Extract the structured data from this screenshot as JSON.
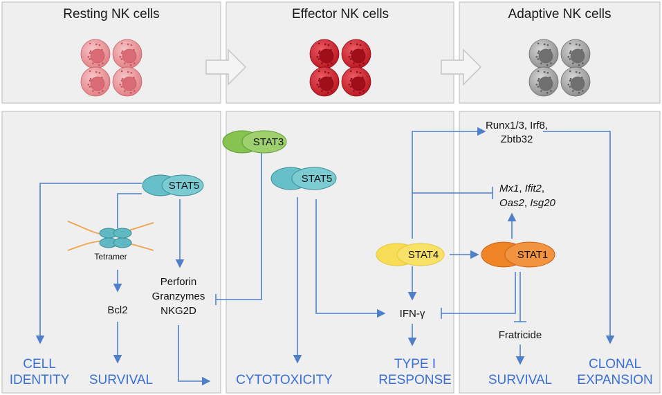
{
  "headers": {
    "resting": "Resting NK cells",
    "effector": "Effector NK cells",
    "adaptive": "Adaptive NK cells"
  },
  "stats": {
    "stat3": "STAT3",
    "stat5_left": "STAT5",
    "stat5_mid": "STAT5",
    "stat4": "STAT4",
    "stat1": "STAT1"
  },
  "labels": {
    "tetramer": "Tetramer",
    "bcl2": "Bcl2",
    "perforin": "Perforin",
    "granzymes": "Granzymes",
    "nkg2d": "NKG2D",
    "ifng": "IFN-γ",
    "runx_line1": "Runx1/3, Irf8,",
    "runx_line2": "Zbtb32",
    "mx1": "Mx1",
    "ifit2": "Ifit2",
    "oas2": "Oas2",
    "isg20": "Isg20",
    "comma": ",",
    "fratricide": "Fratricide"
  },
  "outcomes": {
    "cell": "CELL",
    "identity": "IDENTITY",
    "survival_left": "SURVIVAL",
    "cytotoxicity": "CYTOTOXICITY",
    "type_i": "TYPE I",
    "response": "RESPONSE",
    "survival_right": "SURVIVAL",
    "clonal": "CLONAL",
    "expansion": "EXPANSION"
  },
  "colors": {
    "resting_cell": "#e58a8f",
    "effector_cell": "#d3242f",
    "adaptive_cell": "#8f8f8f",
    "stat3": "#8ec85a",
    "stat5": "#67c0c9",
    "stat4": "#f5d53a",
    "stat1": "#f08a2e",
    "arrow": "#4f7fc9",
    "outcome_text": "#3a6fd6"
  }
}
